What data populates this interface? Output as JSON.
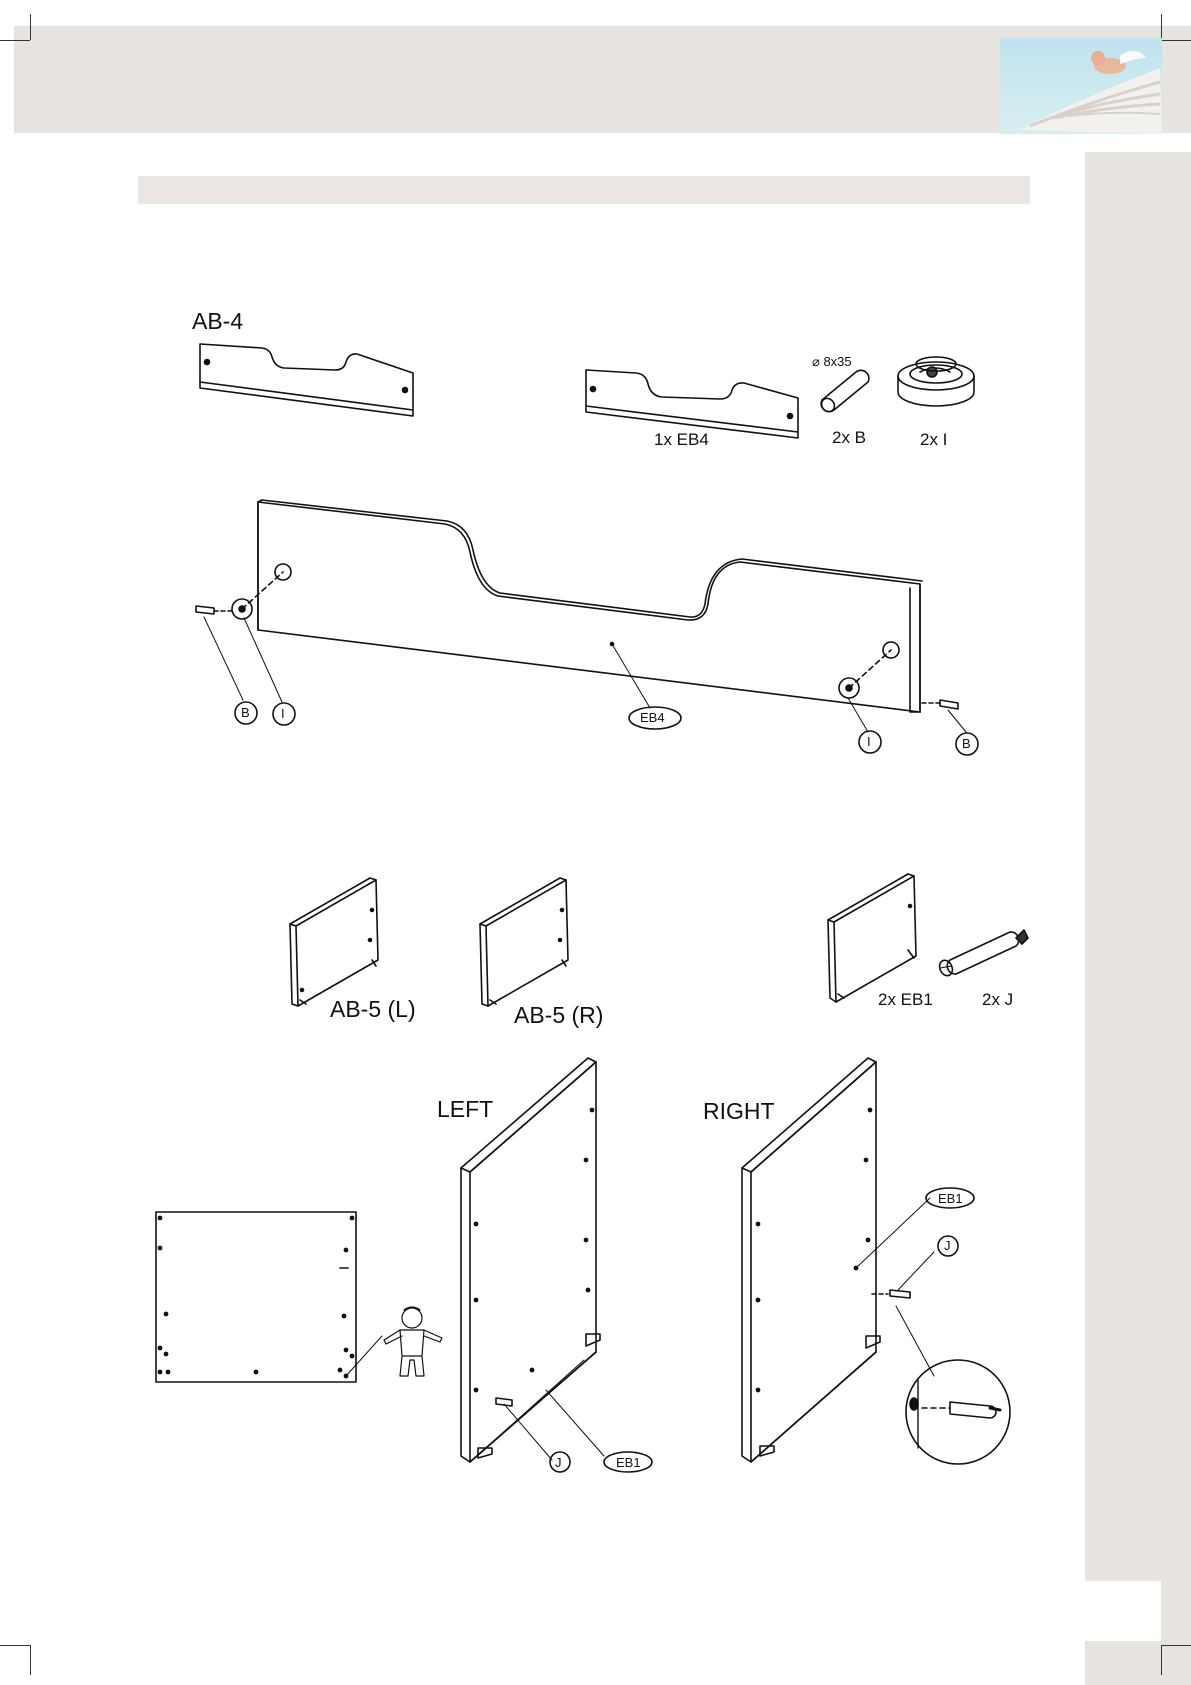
{
  "step1": {
    "board_label": "AB-4",
    "parts": [
      {
        "qty_label": "1x EB4"
      },
      {
        "qty_label": "2x B",
        "spec": "⌀ 8x35"
      },
      {
        "qty_label": "2x I"
      }
    ],
    "callouts": {
      "b_left": "B",
      "i_left": "I",
      "eb4": "EB4",
      "i_right": "I",
      "b_right": "B"
    }
  },
  "step2": {
    "boards": [
      {
        "label": "AB-5 (L)"
      },
      {
        "label": "AB-5 (R)"
      }
    ],
    "parts": [
      {
        "qty_label": "2x EB1"
      },
      {
        "qty_label": "2x J"
      }
    ],
    "left_title": "LEFT",
    "right_title": "RIGHT",
    "callouts": {
      "j_left": "J",
      "eb1_left": "EB1",
      "eb1_right": "EB1",
      "j_right": "J"
    }
  },
  "colors": {
    "band": "#e7e4df",
    "title_bar": "#ebe7e2",
    "line": "#111111"
  }
}
